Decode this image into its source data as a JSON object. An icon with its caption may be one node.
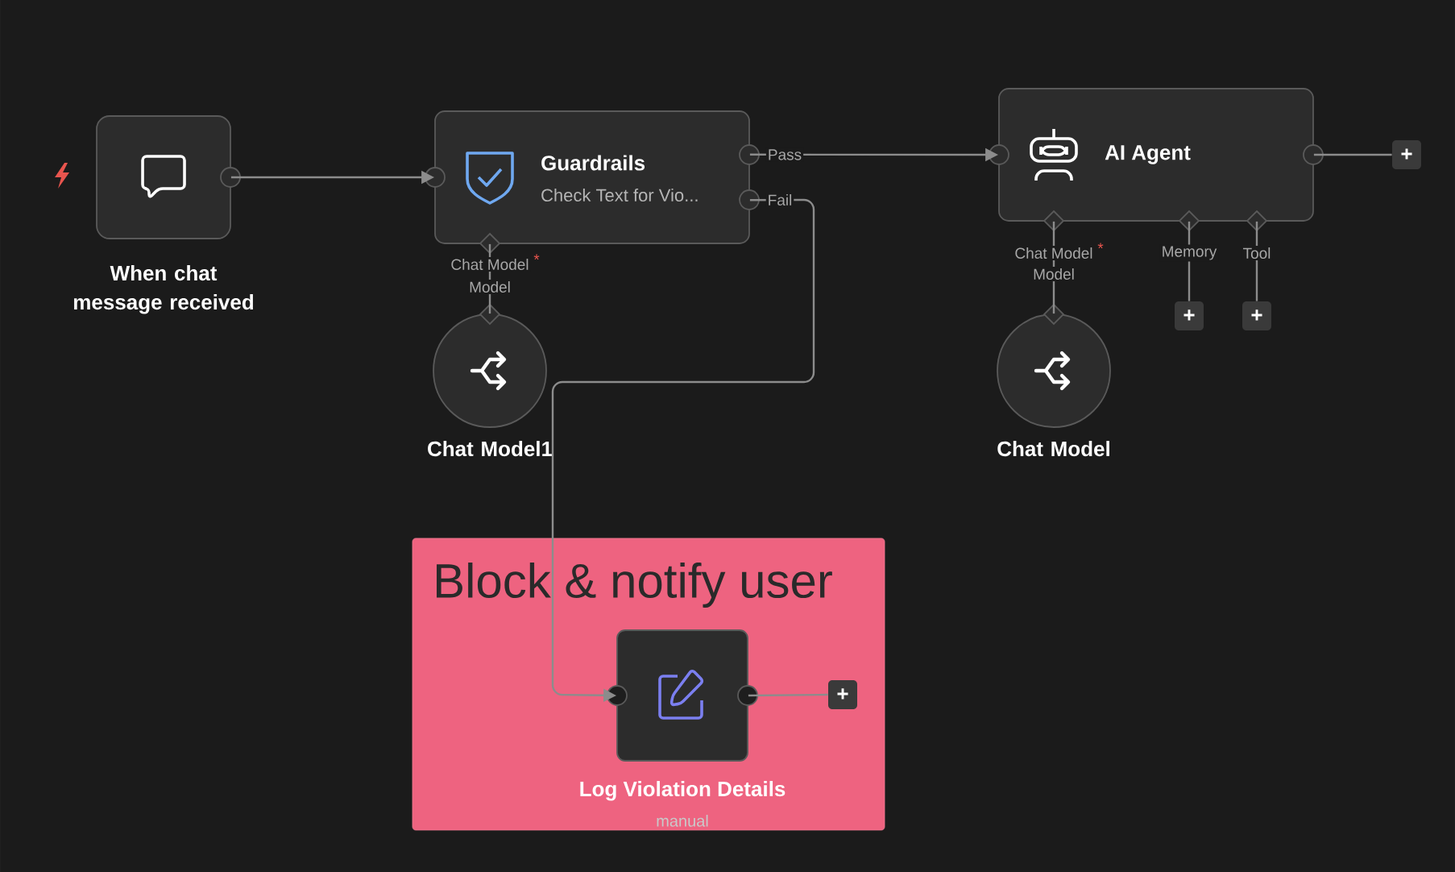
{
  "diagram": {
    "nodes": [
      {
        "text": [
          "When chat message received"
        ]
      },
      {
        "text": [
          "Guardrails",
          "Check Text for Vio..."
        ]
      },
      {
        "text": [
          "AI Agent"
        ]
      },
      {
        "text": [
          "Chat Model1"
        ]
      },
      {
        "text": [
          "Chat Model"
        ]
      },
      {
        "text": [
          "Block & notify user"
        ]
      },
      {
        "text": [
          "Log Violation Details"
        ],
        "beside": [
          "manual"
        ],
        "in": 5
      },
      {
        "text": [
          "+"
        ]
      },
      {
        "text": [
          "+"
        ]
      },
      {
        "text": [
          "+"
        ]
      },
      {
        "text": [
          "+"
        ],
        "in": 5
      }
    ],
    "edges": [
      {
        "from": 0,
        "to": 1,
        "arrow": "to"
      },
      {
        "from": 1,
        "to": 2,
        "arrow": "to",
        "label": "Pass"
      },
      {
        "from": 1,
        "to": 6,
        "arrow": "to",
        "label": "Fail"
      },
      {
        "from": 3,
        "to": 1,
        "arrow": "none"
      },
      {
        "from": 4,
        "to": 2,
        "arrow": "none"
      },
      {
        "from": 2,
        "to": 7,
        "arrow": "none"
      },
      {
        "from": 2,
        "to": 8,
        "arrow": "none",
        "label": "Memory"
      },
      {
        "from": 2,
        "to": 9,
        "arrow": "none",
        "label": "Tool"
      },
      {
        "from": 6,
        "to": 10,
        "arrow": "none"
      }
    ],
    "labels": [
      "Chat Model",
      "*",
      "Model",
      "Chat Model",
      "*",
      "Model"
    ]
  }
}
